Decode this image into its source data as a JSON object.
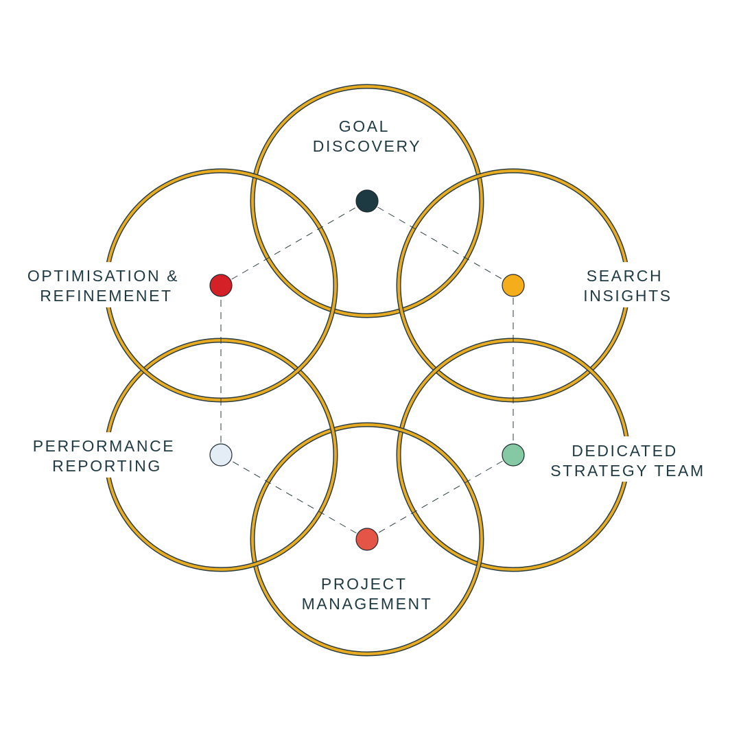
{
  "colors": {
    "ring": "#e8ac22",
    "ring_edge": "#2a3b3f",
    "text": "#1f3a42",
    "connector": "#2a3b3f"
  },
  "stages": [
    {
      "id": "goal-discovery",
      "lines": [
        "GOAL",
        "DISCOVERY"
      ],
      "dot_color": "#1d3a42"
    },
    {
      "id": "search-insights",
      "lines": [
        "SEARCH",
        "INSIGHTS"
      ],
      "dot_color": "#f5ad1b"
    },
    {
      "id": "dedicated-strategy-team",
      "lines": [
        "DEDICATED",
        "STRATEGY TEAM"
      ],
      "dot_color": "#84c9a3"
    },
    {
      "id": "project-management",
      "lines": [
        "PROJECT",
        "MANAGEMENT"
      ],
      "dot_color": "#e45548"
    },
    {
      "id": "performance-reporting",
      "lines": [
        "PERFORMANCE",
        "REPORTING"
      ],
      "dot_color": "#e4edf6"
    },
    {
      "id": "optimisation-refinement",
      "lines": [
        "OPTIMISATION &",
        "REFINEMENET"
      ],
      "dot_color": "#d42027"
    }
  ]
}
